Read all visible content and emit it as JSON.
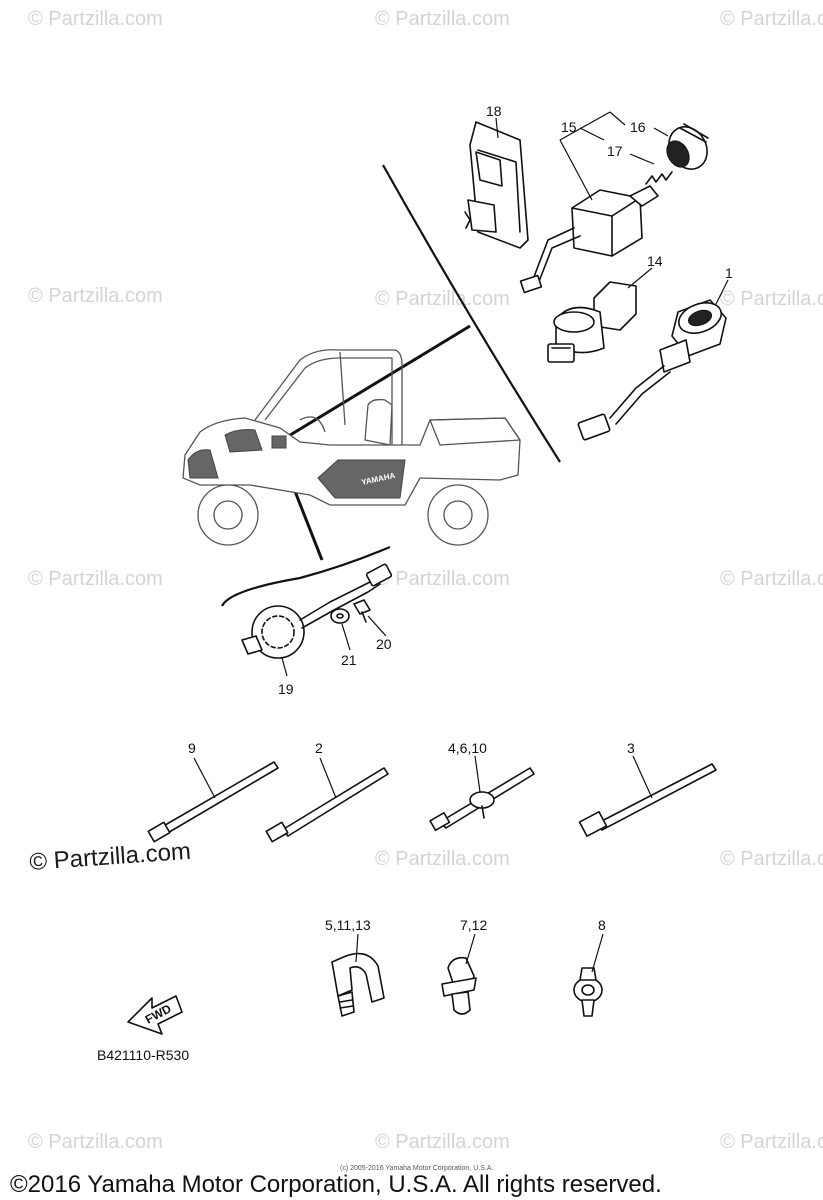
{
  "watermarks": {
    "text": "© Partzilla.com",
    "prominent_text": "© Partzilla.com"
  },
  "callouts": {
    "p1": "1",
    "p2": "2",
    "p3": "3",
    "p4_6_10": "4,6,10",
    "p5_11_13": "5,11,13",
    "p7_12": "7,12",
    "p8": "8",
    "p9": "9",
    "p14": "14",
    "p15": "15",
    "p16": "16",
    "p17": "17",
    "p18": "18",
    "p19": "19",
    "p20": "20",
    "p21": "21"
  },
  "vehicle_badge": "YAMAHA",
  "fwd_label": "FWD",
  "diagram_code": "B421110-R530",
  "footer": {
    "copyright": "©2016 Yamaha Motor Corporation, U.S.A. All rights reserved.",
    "small_copyright": "(c) 2005-2016 Yamaha Motor Corporation, U.S.A."
  }
}
